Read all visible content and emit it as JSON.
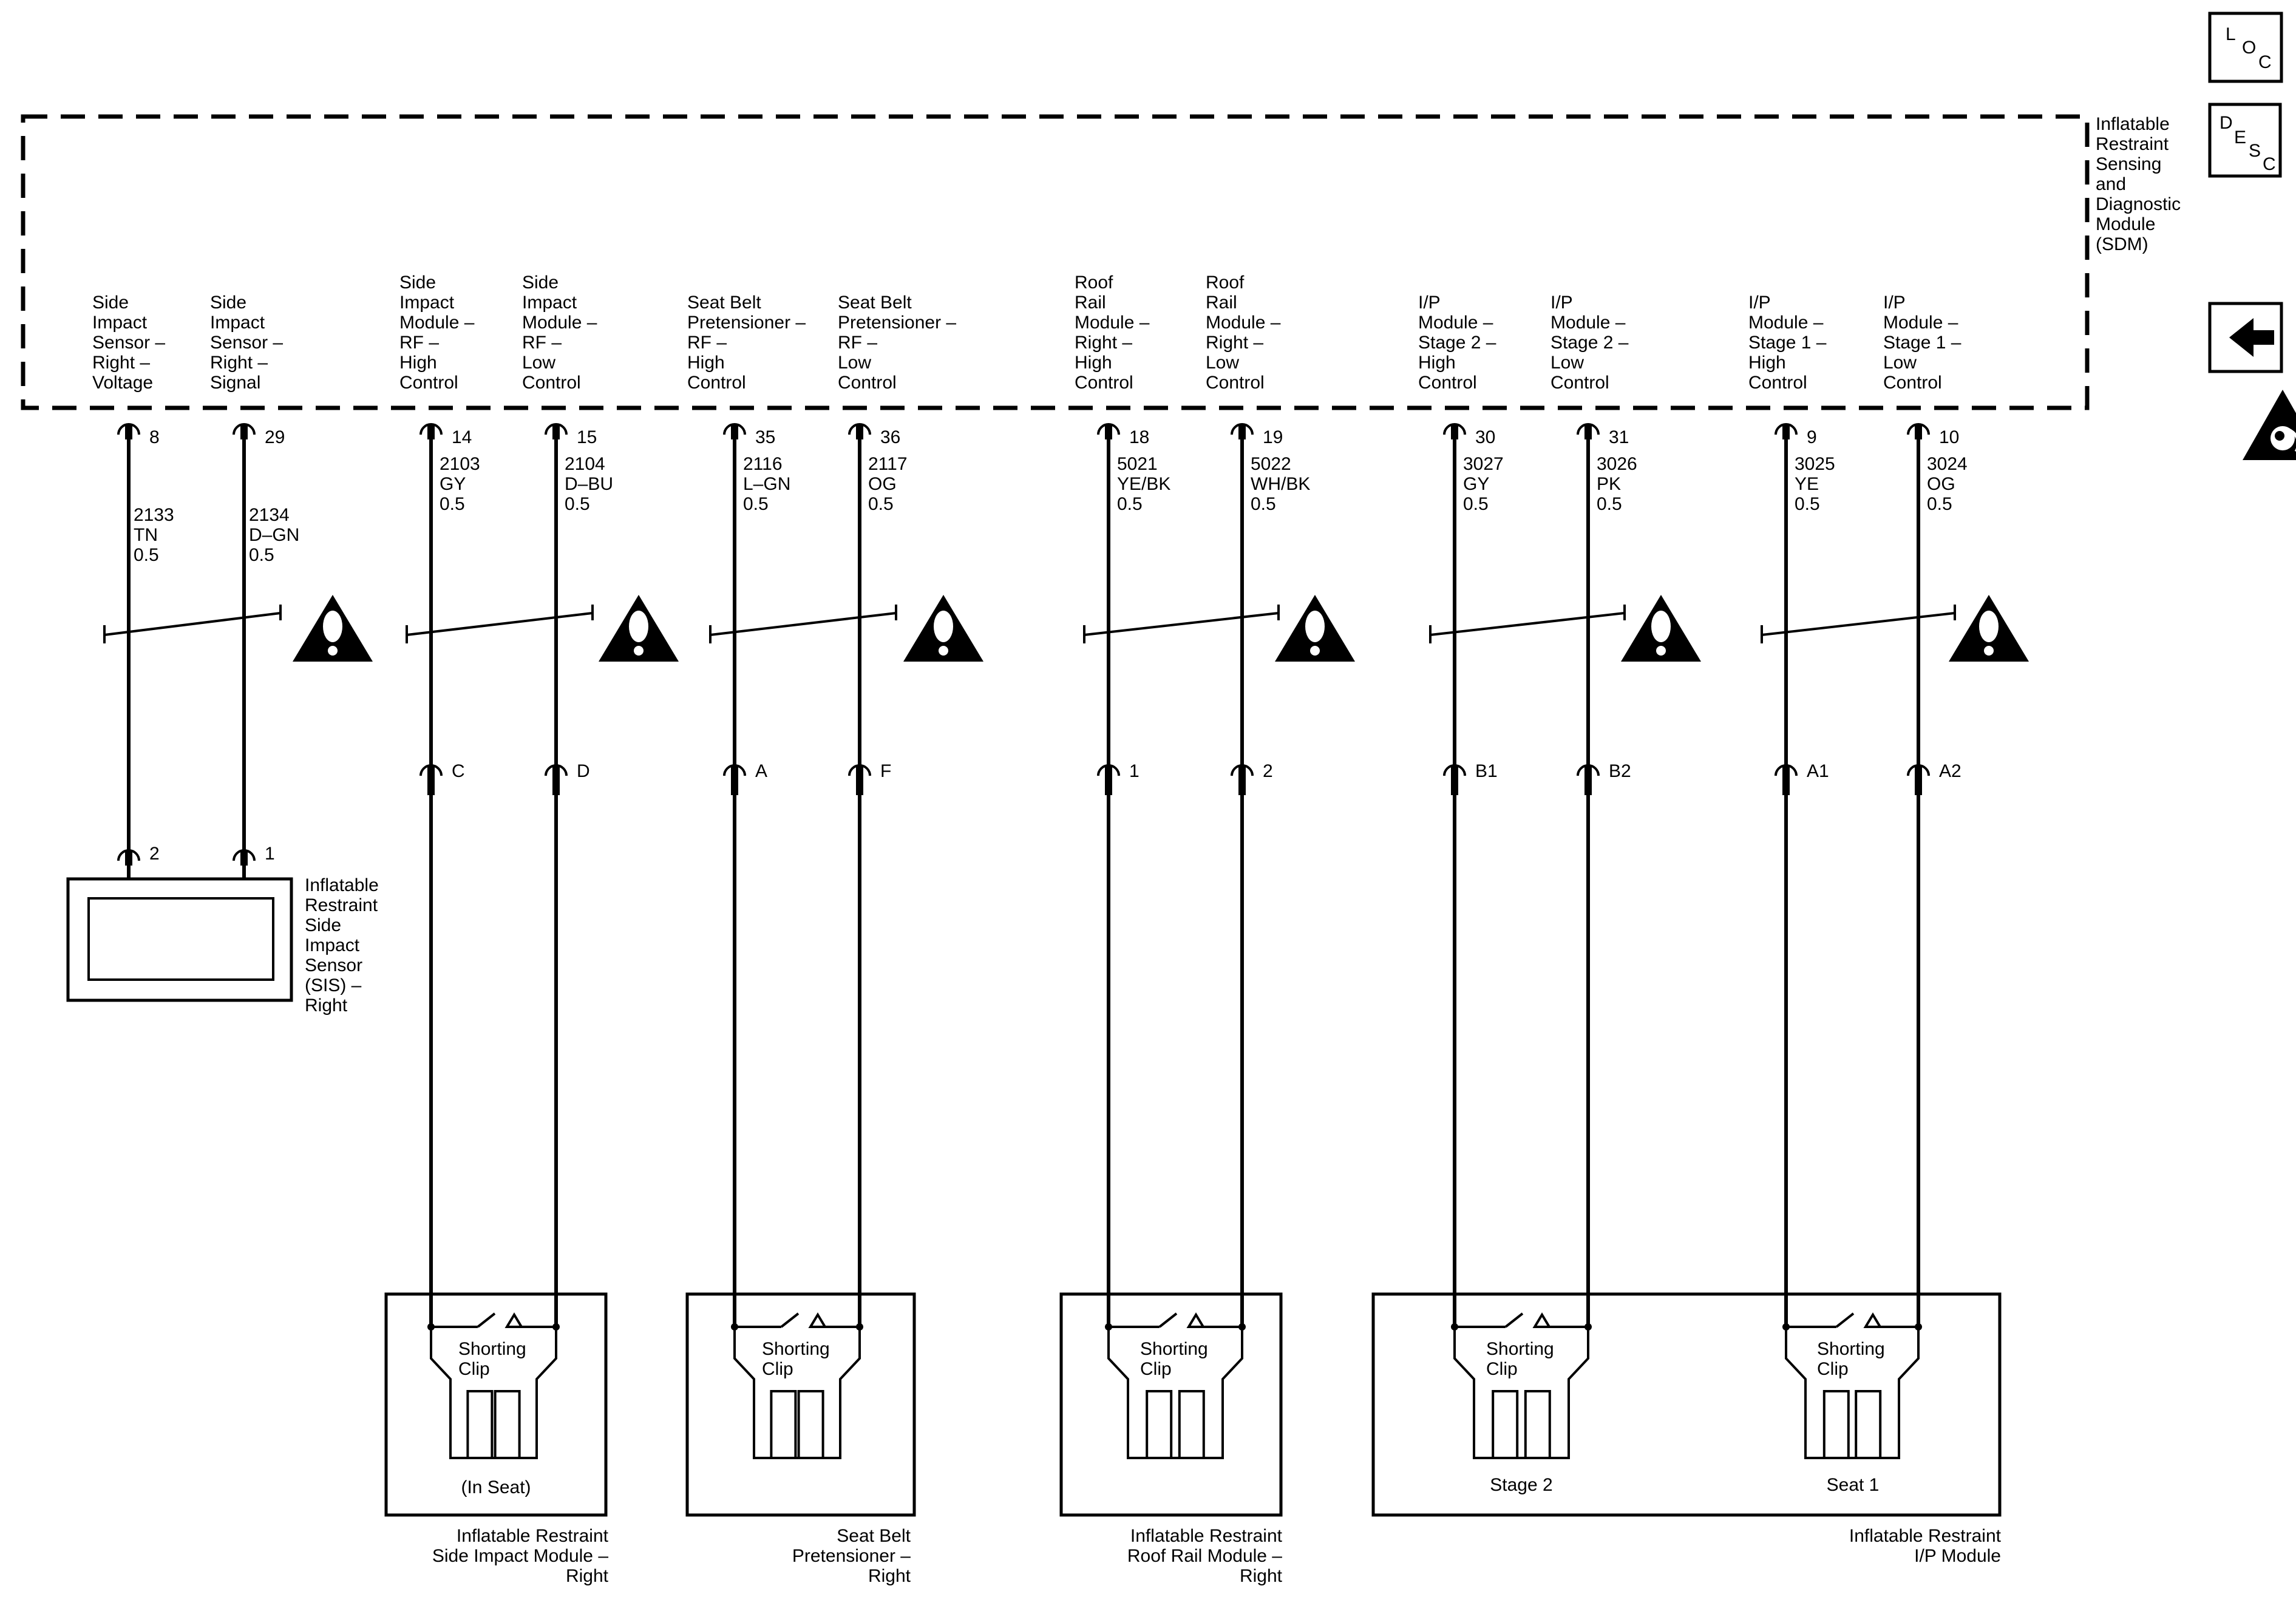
{
  "sdm": {
    "name": [
      "Inflatable",
      "Restraint",
      "Sensing",
      "and",
      "Diagnostic",
      "Module",
      "(SDM)"
    ]
  },
  "nav": {
    "loc_letters": [
      "L",
      "O",
      "C"
    ],
    "desc_letters": [
      "D",
      "E",
      "S",
      "C"
    ],
    "back_icon": "arrow-left-icon",
    "airbag_icon": "airbag-warning-icon"
  },
  "circuits": [
    {
      "name": [
        "Side",
        "Impact",
        "Sensor –",
        "Right –",
        "Voltage"
      ],
      "pin": "8",
      "wire": [
        "2133",
        "TN",
        "0.5"
      ],
      "far_pin": "2"
    },
    {
      "name": [
        "Side",
        "Impact",
        "Sensor –",
        "Right –",
        "Signal"
      ],
      "pin": "29",
      "wire": [
        "2134",
        "D–GN",
        "0.5"
      ],
      "far_pin": "1"
    },
    {
      "name": [
        "Side",
        "Impact",
        "Module –",
        "RF –",
        "High",
        "Control"
      ],
      "pin": "14",
      "wire": [
        "2103",
        "GY",
        "0.5"
      ],
      "far_pin": "C"
    },
    {
      "name": [
        "Side",
        "Impact",
        "Module –",
        "RF –",
        "Low",
        "Control"
      ],
      "pin": "15",
      "wire": [
        "2104",
        "D–BU",
        "0.5"
      ],
      "far_pin": "D"
    },
    {
      "name": [
        "Seat Belt",
        "Pretensioner –",
        "RF –",
        "High",
        "Control"
      ],
      "pin": "35",
      "wire": [
        "2116",
        "L–GN",
        "0.5"
      ],
      "far_pin": "A"
    },
    {
      "name": [
        "Seat Belt",
        "Pretensioner –",
        "RF –",
        "Low",
        "Control"
      ],
      "pin": "36",
      "wire": [
        "2117",
        "OG",
        "0.5"
      ],
      "far_pin": "F"
    },
    {
      "name": [
        "Roof",
        "Rail",
        "Module –",
        "Right –",
        "High",
        "Control"
      ],
      "pin": "18",
      "wire": [
        "5021",
        "YE/BK",
        "0.5"
      ],
      "far_pin": "1"
    },
    {
      "name": [
        "Roof",
        "Rail",
        "Module –",
        "Right –",
        "Low",
        "Control"
      ],
      "pin": "19",
      "wire": [
        "5022",
        "WH/BK",
        "0.5"
      ],
      "far_pin": "2"
    },
    {
      "name": [
        "I/P",
        "Module –",
        "Stage 2 –",
        "High",
        "Control"
      ],
      "pin": "30",
      "wire": [
        "3027",
        "GY",
        "0.5"
      ],
      "far_pin": "B1"
    },
    {
      "name": [
        "I/P",
        "Module –",
        "Stage 2 –",
        "Low",
        "Control"
      ],
      "pin": "31",
      "wire": [
        "3026",
        "PK",
        "0.5"
      ],
      "far_pin": "B2"
    },
    {
      "name": [
        "I/P",
        "Module –",
        "Stage 1 –",
        "High",
        "Control"
      ],
      "pin": "9",
      "wire": [
        "3025",
        "YE",
        "0.5"
      ],
      "far_pin": "A1"
    },
    {
      "name": [
        "I/P",
        "Module –",
        "Stage 1 –",
        "Low",
        "Control"
      ],
      "pin": "10",
      "wire": [
        "3024",
        "OG",
        "0.5"
      ],
      "far_pin": "A2"
    }
  ],
  "warning_icon": "caution-triangle-icon",
  "sensor": {
    "name": [
      "Inflatable",
      "Restraint",
      "Side",
      "Impact",
      "Sensor",
      "(SIS) –",
      "Right"
    ]
  },
  "shorting_clip": [
    "Shorting",
    "Clip"
  ],
  "components": [
    {
      "inner_label": "(In Seat)",
      "name": [
        "Inflatable Restraint",
        "Side Impact Module –",
        "Right"
      ]
    },
    {
      "inner_label": "",
      "name": [
        "Seat Belt",
        "Pretensioner –",
        "Right"
      ]
    },
    {
      "inner_label": "",
      "name": [
        "Inflatable Restraint",
        "Roof Rail Module –",
        "Right"
      ]
    },
    {
      "inner_label": "",
      "name": [
        "Inflatable Restraint",
        "I/P Module"
      ]
    }
  ],
  "ip_stage_labels": [
    "Stage 2",
    "Seat 1"
  ]
}
